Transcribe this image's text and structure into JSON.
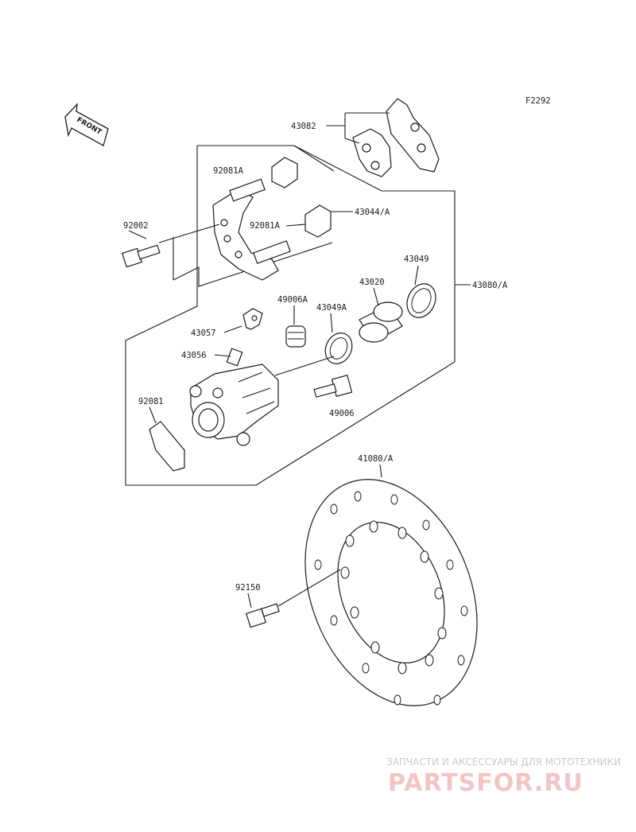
{
  "figure_code": "F2292",
  "front_label": "FRONT",
  "parts": [
    {
      "id": "p43082",
      "label": "43082"
    },
    {
      "id": "p92081A_1",
      "label": "92081A"
    },
    {
      "id": "p92081A_2",
      "label": "92081A"
    },
    {
      "id": "p43044",
      "label": "43044/A"
    },
    {
      "id": "p92002",
      "label": "92002"
    },
    {
      "id": "p43049",
      "label": "43049"
    },
    {
      "id": "p43020",
      "label": "43020"
    },
    {
      "id": "p43080",
      "label": "43080/A"
    },
    {
      "id": "p49006A",
      "label": "49006A"
    },
    {
      "id": "p43049A",
      "label": "43049A"
    },
    {
      "id": "p43057",
      "label": "43057"
    },
    {
      "id": "p43056",
      "label": "43056"
    },
    {
      "id": "p92081",
      "label": "92081"
    },
    {
      "id": "p49006",
      "label": "49006"
    },
    {
      "id": "p41080",
      "label": "41080/A"
    },
    {
      "id": "p92150",
      "label": "92150"
    }
  ],
  "watermark": {
    "top_text": "ЗАПЧАСТИ И АКСЕССУАРЫ ДЛЯ МОТОТЕХНИКИ",
    "main_text": "PARTSFOR.RU"
  }
}
